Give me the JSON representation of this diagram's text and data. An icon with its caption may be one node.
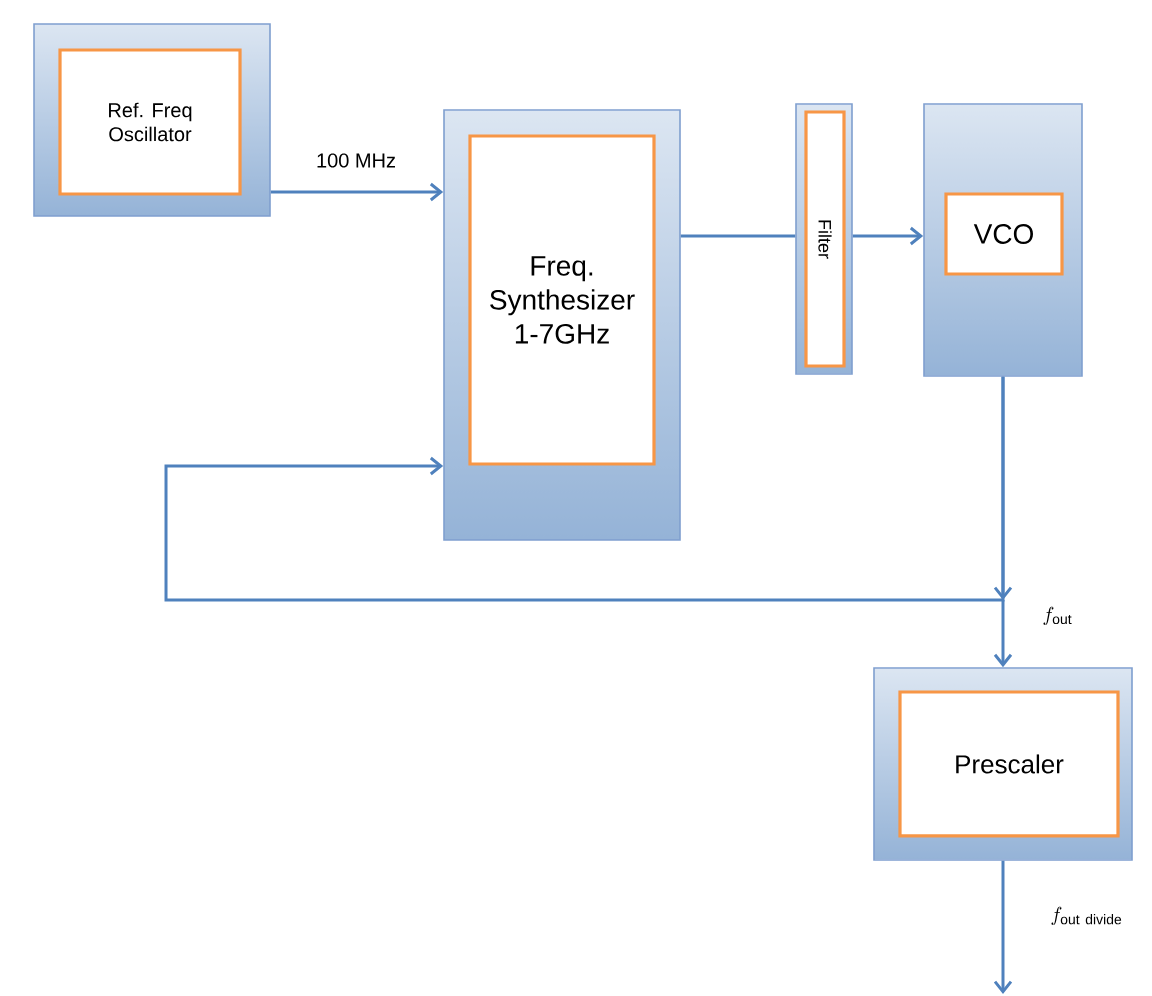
{
  "diagram": {
    "nodes": [
      {
        "text": [],
        "shape": "box"
      },
      {
        "text": [
          "Ref. Freq Oscillator"
        ],
        "in": 0
      },
      {
        "text": [],
        "shape": "box"
      },
      {
        "text": [
          "Freq. Synthesizer 1-7GHz"
        ],
        "in": 2
      },
      {
        "text": [],
        "shape": "box"
      },
      {
        "text": [
          "Filter"
        ],
        "in": 4
      },
      {
        "text": [],
        "shape": "box"
      },
      {
        "text": [
          "VCO"
        ],
        "in": 6
      },
      {
        "text": [],
        "shape": "box"
      },
      {
        "text": [
          "Prescaler"
        ],
        "in": 8
      }
    ],
    "edges": [
      {
        "from": 0,
        "to": 2,
        "arrow": "to",
        "label": "100 MHz"
      },
      {
        "from": 2,
        "to": 4,
        "arrow": "none"
      },
      {
        "from": 4,
        "to": 6,
        "arrow": "to"
      },
      {
        "from": 6,
        "to": 8,
        "arrow": "to",
        "label": "f_{\\mathrm{out}}"
      },
      {
        "from": 6,
        "to": 2,
        "arrow": "to"
      },
      {
        "from": 8,
        "to": null,
        "arrow": "to",
        "label": "f_{\\mathrm{out\\ divide}}"
      }
    ]
  }
}
